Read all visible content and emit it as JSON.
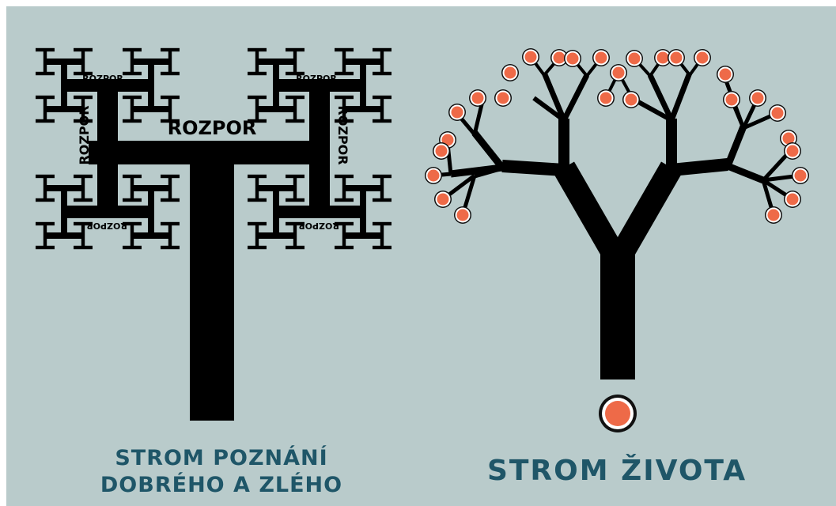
{
  "left_tree": {
    "label": "ROZPOR",
    "caption_line1": "STROM POZNÁNÍ",
    "caption_line2": "DOBRÉHO A ZLÉHO"
  },
  "right_tree": {
    "caption": "STROM ŽIVOTA",
    "fruit_fill": "#ee6a48",
    "fruit_ring": "#ffffff",
    "fruit_outline": "#111111"
  },
  "colors": {
    "background": "#b9cbcb",
    "trunk": "#000000",
    "caption": "#1f5668"
  }
}
